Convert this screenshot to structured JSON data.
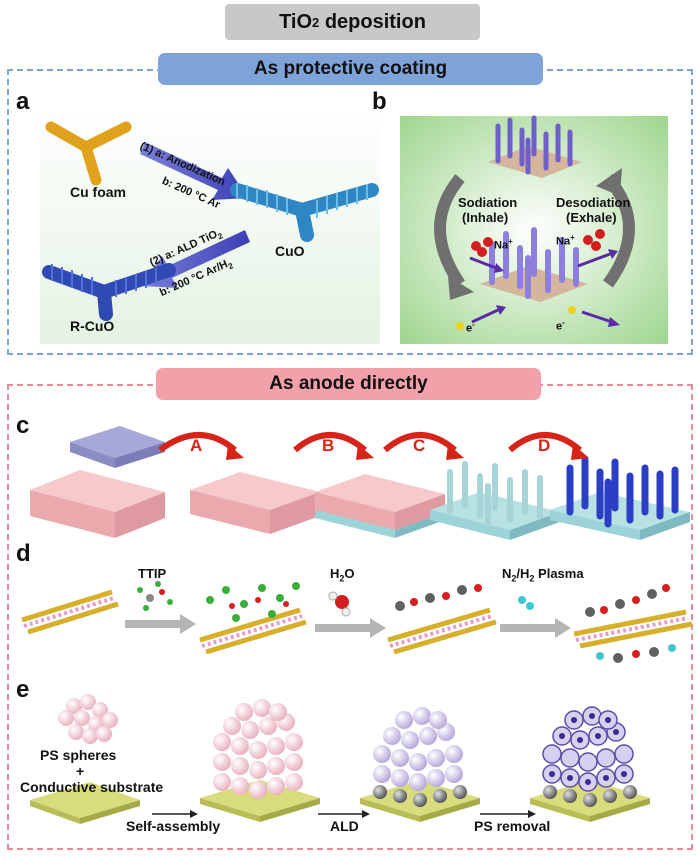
{
  "header": {
    "title_main": "TiO",
    "title_sub": "2",
    "title_rest": " deposition"
  },
  "section_top": {
    "title": "As protective coating"
  },
  "section_bottom": {
    "title": "As anode directly"
  },
  "panel_a": {
    "label": "a",
    "cu_foam": "Cu foam",
    "step1_line1": "(1) a: Anodization",
    "step1_line2": "b: 200 °C Ar",
    "cuo": "CuO",
    "step2_line1_main": "(2) a: ALD TiO",
    "step2_line1_sub": "2",
    "step2_line2_main": "b: 200 °C Ar/H",
    "step2_line2_sub": "2",
    "rcuo": "R-CuO"
  },
  "panel_b": {
    "label": "b",
    "sodiation_1": "Sodiation",
    "sodiation_2": "(Inhale)",
    "desodiation_1": "Desodiation",
    "desodiation_2": "(Exhale)",
    "na_left_main": "Na",
    "na_left_sup": "+",
    "na_right_main": "Na",
    "na_right_sup": "+",
    "e_left_main": "e",
    "e_left_sup": "-",
    "e_right_main": "e",
    "e_right_sup": "-"
  },
  "panel_c": {
    "label": "c",
    "steps": [
      "A",
      "B",
      "C",
      "D"
    ]
  },
  "panel_d": {
    "label": "d",
    "ttip": "TTIP",
    "h2o_main": "H",
    "h2o_sub": "2",
    "h2o_rest": "O",
    "plasma_n": "N",
    "plasma_sub1": "2",
    "plasma_mid": "/H",
    "plasma_sub2": "2",
    "plasma_rest": " Plasma"
  },
  "panel_e": {
    "label": "e",
    "ps_spheres": "PS spheres",
    "plus": "+",
    "substrate": "Conductive substrate",
    "self_assembly": "Self-assembly",
    "ald": "ALD",
    "ps_removal": "PS removal"
  },
  "colors": {
    "frame_top": "#7ea3d9",
    "frame_bottom": "#e48c97",
    "arrow_step": "#d62418",
    "nanorod": "#8c7fe0",
    "pink_block": "#f2b7bb",
    "teal_base": "#9cd3d8"
  }
}
